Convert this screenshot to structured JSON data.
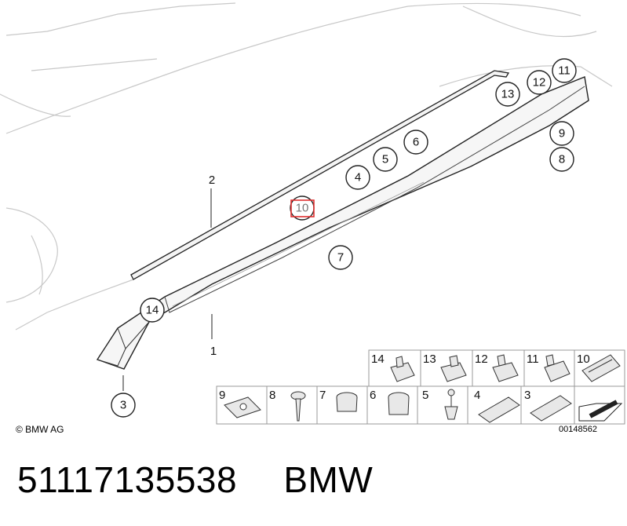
{
  "diagram": {
    "callouts": {
      "c1": "1",
      "c2": "2",
      "c3": "3",
      "c4": "4",
      "c5": "5",
      "c6": "6",
      "c7": "7",
      "c8": "8",
      "c9": "9",
      "c10": "10",
      "c11": "11",
      "c12": "12",
      "c13": "13",
      "c14": "14"
    },
    "highlighted_callout": "10",
    "highlight_color": "#e03030"
  },
  "parts_grid": {
    "top_row": [
      "14",
      "13",
      "12",
      "11",
      "10"
    ],
    "bottom_row": [
      "9",
      "8",
      "7",
      "6",
      "5",
      "4",
      "3"
    ]
  },
  "copyright": "© BMW AG",
  "drawing_number": "00148562",
  "footer": {
    "part_number": "51117135538",
    "brand": "BMW"
  }
}
